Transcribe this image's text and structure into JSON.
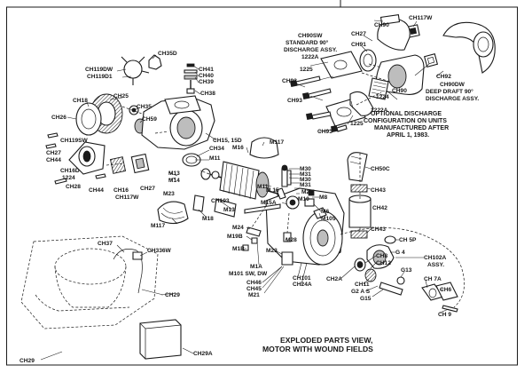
{
  "caption": {
    "line1": "EXPLODED PARTS VIEW,",
    "line2": "MOTOR WITH WOUND FIELDS"
  },
  "optional_note": {
    "line1": "OPTIONAL DISCHARGE",
    "line2": "CONFIGURATION ON UNITS",
    "line3": "MANUFACTURED AFTER",
    "line4": "APRIL 1, 1983."
  },
  "labels": {
    "ch90sw_1": "CH90SW",
    "ch90sw_2": "STANDARD 90°",
    "ch90sw_3": "DISCHARGE ASSY.",
    "ch90dw_1": "CH90DW",
    "ch90dw_2": "DEEP DRAFT 90°",
    "ch90dw_3": "DISCHARGE ASSY.",
    "ch117w_top": "CH117W",
    "ch90_top": "CH90",
    "ch27_top": "CH27",
    "ch91": "CH91",
    "ch92": "CH92",
    "ch90_mid": "CH90",
    "n1222a_top": "1222A",
    "n1225_top": "1225",
    "ch93_a": "CH93",
    "ch93_b": "CH93",
    "n1224": "1224",
    "n1222a_bot": "1222A",
    "n1225_bot": "1225",
    "ch93_c": "CH93",
    "ch35d": "CH35D",
    "ch119dw": "CH119DW",
    "ch119d1": "CH119D1",
    "ch41": "CH41",
    "ch40": "CH40",
    "ch39": "CH39",
    "ch38": "CH38",
    "ch18": "CH18",
    "ch25": "CH25",
    "ch35": "CH35",
    "ch26": "CH26",
    "ch59": "CH59",
    "ch119sw": "CH119SW",
    "ch27_left": "CH27",
    "ch44_left": "CH44",
    "ch16d": "CH16D",
    "n1224_left": "1224",
    "ch28": "CH28",
    "ch44_b": "CH44",
    "ch16": "CH16",
    "ch27_b": "CH27",
    "ch117w_left": "CH117W",
    "m23_left": "M23",
    "ch15": "CH15, 15D",
    "ch34": "CH34",
    "m11_a": "M11",
    "m13_a": "M13",
    "m14": "M14",
    "m16_top": "M16",
    "m117_top": "M117",
    "m11_b": "M11",
    "ch103": "CH103",
    "m13_b": "M13",
    "m117_bot": "M117",
    "m18": "M18",
    "m15": "M 15",
    "m15a": "M15A",
    "m30_a": "M30",
    "m31_a": "M31",
    "m30_b": "M30",
    "m31_b": "M31",
    "m29": "M29",
    "m10": "M10",
    "m8": "M8",
    "m6": "M6",
    "m105": "M105",
    "m24": "M24",
    "m19b": "M19B",
    "m1b": "M1B",
    "m28": "M28",
    "m23_right": "M23",
    "m1a": "M1A",
    "m101": "M101 SW, DW",
    "ch46": "CH46",
    "ch45": "CH45",
    "m21": "M21",
    "ch101": "CH101",
    "ch24a": "CH24A",
    "ch50c": "CH50C",
    "ch43_top": "CH43",
    "ch42": "CH42",
    "ch43_bot": "CH43",
    "ch5p": "CH 5P",
    "g4": "G 4",
    "ch8": "CH8",
    "ch12": "CH12",
    "ch102a_1": "CH102A",
    "ch102a_2": "ASSY.",
    "ch2a": "CH2A",
    "g13": "G13",
    "ch11": "CH11",
    "g2as": "G2 A S",
    "g15": "G15",
    "ch7a": "CH 7A",
    "ch6": "CH6",
    "ch9": "CH 9",
    "ch37": "CH37",
    "ch336w": "CH336W",
    "ch29_right": "CH29",
    "ch29_left": "CH29",
    "ch29a": "CH29A"
  }
}
